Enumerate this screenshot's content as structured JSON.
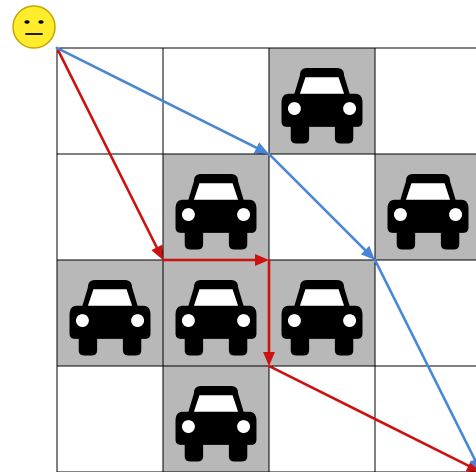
{
  "grid": {
    "rows": 4,
    "cols": 4,
    "cell_fill": "#ffffff",
    "blocked_fill": "#b8b8b8",
    "line_color": "#000000"
  },
  "cars": [
    {
      "row": 0,
      "col": 2
    },
    {
      "row": 1,
      "col": 1
    },
    {
      "row": 1,
      "col": 3
    },
    {
      "row": 2,
      "col": 0
    },
    {
      "row": 2,
      "col": 1
    },
    {
      "row": 2,
      "col": 2
    },
    {
      "row": 3,
      "col": 1
    }
  ],
  "car_icon": "car-icon",
  "car_color": "#000000",
  "agent": {
    "icon": "neutral-face-icon",
    "fill": "#ffec2a",
    "stroke": "#c8a400"
  },
  "paths": [
    {
      "id": "red-path",
      "color": "#cc1111",
      "points": [
        [
          0,
          0
        ],
        [
          1,
          2
        ],
        [
          2,
          2
        ],
        [
          2,
          3
        ],
        [
          4,
          4
        ]
      ]
    },
    {
      "id": "blue-path",
      "color": "#4a86d8",
      "points": [
        [
          0,
          0
        ],
        [
          2,
          1
        ],
        [
          3,
          2
        ],
        [
          4,
          4
        ]
      ]
    }
  ]
}
